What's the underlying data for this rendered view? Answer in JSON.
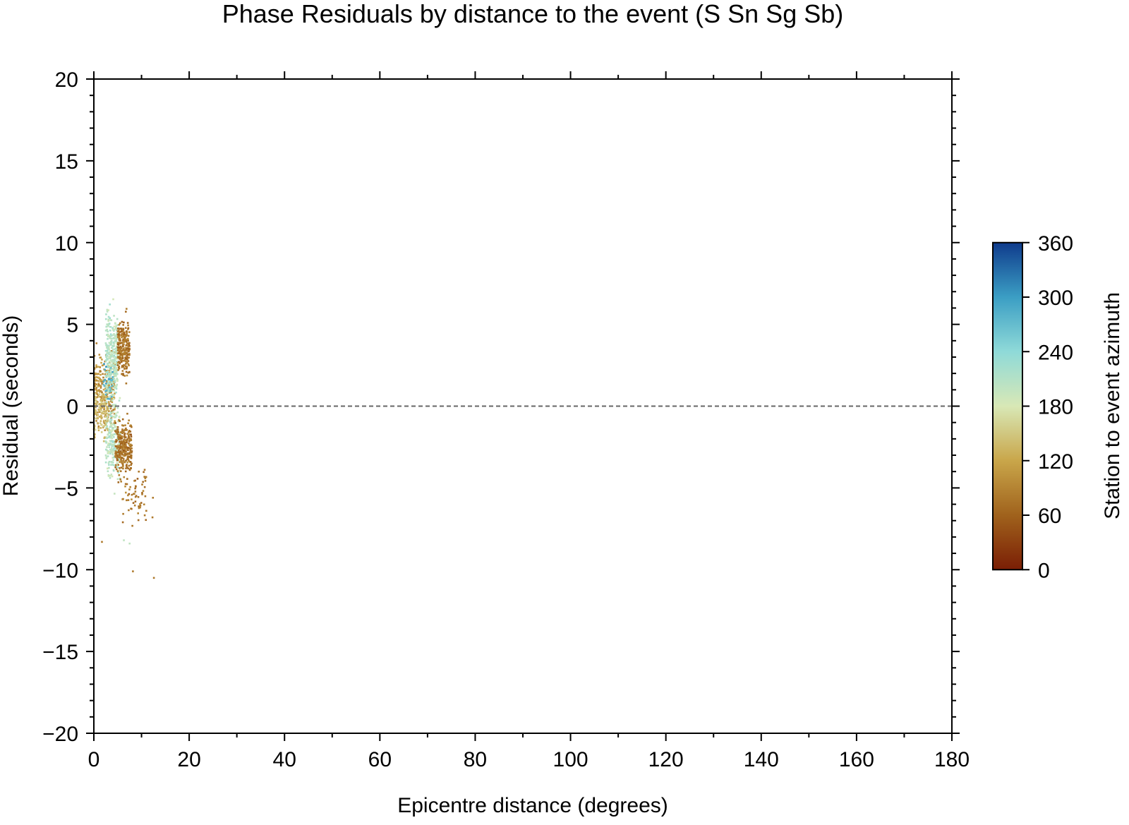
{
  "chart_data": {
    "type": "scatter",
    "title": "Phase Residuals by distance to the event (S Sn Sg Sb)",
    "xlabel": "Epicentre distance (degrees)",
    "ylabel": "Residual (seconds)",
    "xlim": [
      0,
      180
    ],
    "ylim": [
      -20,
      20
    ],
    "x_ticks": [
      0,
      20,
      40,
      60,
      80,
      100,
      120,
      140,
      160,
      180
    ],
    "y_ticks": [
      -20,
      -15,
      -10,
      -5,
      0,
      5,
      10,
      15,
      20
    ],
    "reference_line": {
      "y": 0,
      "style": "dashed",
      "color": "#666666"
    },
    "colorbar": {
      "label": "Station to event azimuth",
      "range": [
        0,
        360
      ],
      "ticks": [
        0,
        60,
        120,
        180,
        240,
        300,
        360
      ],
      "colors": [
        "#7a1e05",
        "#a0621c",
        "#c9a64a",
        "#d8e8b6",
        "#8fdad8",
        "#3b9ec4",
        "#0f3b8c"
      ]
    },
    "point_clusters": [
      {
        "x_range": [
          0,
          4.5
        ],
        "y_center": 1.0,
        "y_spread": 2.2,
        "azimuth": 100,
        "count": 260
      },
      {
        "x_range": [
          2.5,
          5
        ],
        "y_center": 3.0,
        "y_spread": 2.6,
        "azimuth": 205,
        "count": 320
      },
      {
        "x_range": [
          2.5,
          5.5
        ],
        "y_center": -2.0,
        "y_spread": 2.2,
        "azimuth": 205,
        "count": 220
      },
      {
        "x_range": [
          5,
          7.5
        ],
        "y_center": 3.5,
        "y_spread": 1.6,
        "azimuth": 75,
        "count": 260
      },
      {
        "x_range": [
          4.5,
          8
        ],
        "y_center": -2.5,
        "y_spread": 1.6,
        "azimuth": 75,
        "count": 280
      },
      {
        "x_range": [
          6,
          11
        ],
        "y_center": -5.5,
        "y_spread": 1.5,
        "azimuth": 80,
        "count": 60
      },
      {
        "x_range": [
          0,
          3
        ],
        "y_center": -0.5,
        "y_spread": 1.5,
        "azimuth": 140,
        "count": 120
      },
      {
        "x_range": [
          2,
          4
        ],
        "y_center": 1.5,
        "y_spread": 1.0,
        "azimuth": 280,
        "count": 30
      }
    ],
    "outliers": [
      {
        "x": 8.2,
        "y": -10.1,
        "azimuth": 80
      },
      {
        "x": 12.6,
        "y": -10.5,
        "azimuth": 80
      },
      {
        "x": 1.7,
        "y": -8.3,
        "azimuth": 80
      },
      {
        "x": 12.4,
        "y": -5.6,
        "azimuth": 80
      },
      {
        "x": 12.3,
        "y": -6.8,
        "azimuth": 80
      },
      {
        "x": 11.0,
        "y": -6.4,
        "azimuth": 80
      },
      {
        "x": 7.5,
        "y": -8.4,
        "azimuth": 200
      },
      {
        "x": 6.3,
        "y": -8.2,
        "azimuth": 200
      }
    ]
  }
}
